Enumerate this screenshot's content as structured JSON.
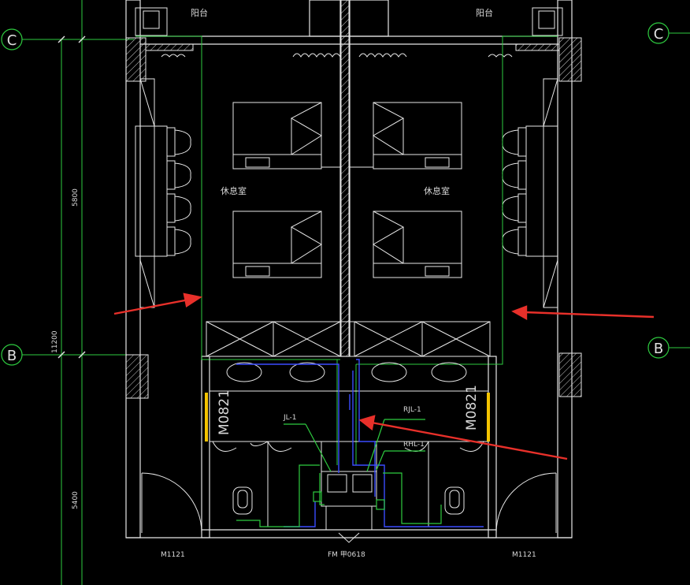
{
  "grid": {
    "C": "C",
    "B": "B"
  },
  "rooms": {
    "balcony": "阳台",
    "rest_room": "休息室"
  },
  "pipes": {
    "jl": "JL-1",
    "rjl": "RJL-1",
    "rhl": "RHL-1"
  },
  "doors": {
    "m1121": "M1121",
    "m0821": "M0821",
    "fm": "FM 甲0618"
  },
  "dimensions": {
    "d5800": "5800",
    "d11200": "11200",
    "d5400": "5400"
  },
  "colors": {
    "wall": "#e6e6e6",
    "green_pipe": "#2ecc40",
    "blue_pipe": "#3a4cff",
    "arrow": "#e8302a",
    "door_yellow": "#f5c400"
  }
}
